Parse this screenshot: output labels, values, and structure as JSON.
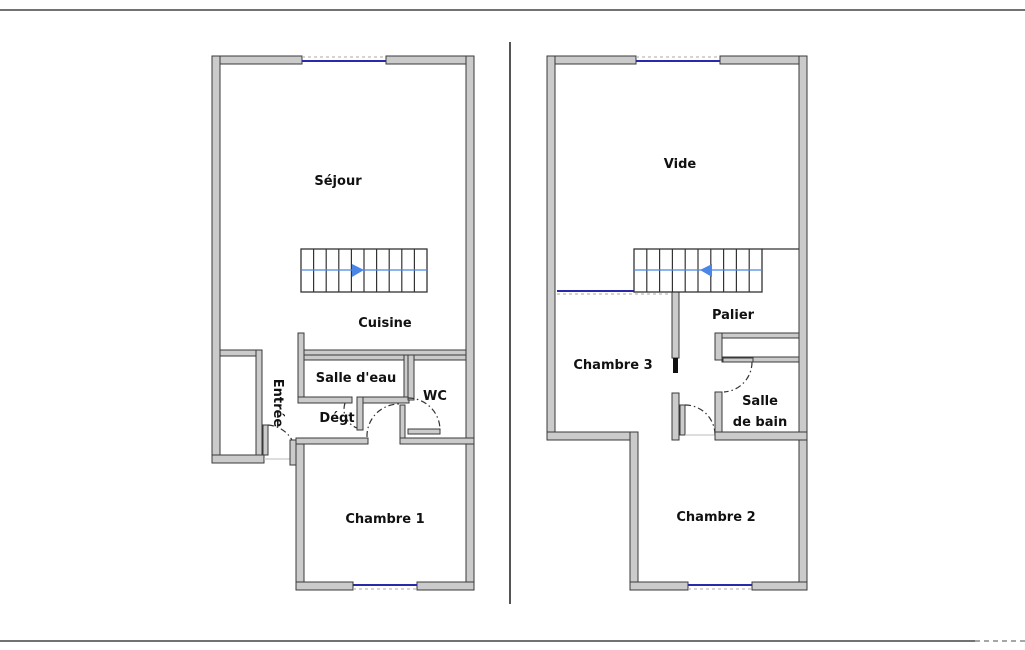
{
  "ground_floor": {
    "rooms": [
      "Séjour",
      "Cuisine",
      "Entrée",
      "Salle d'eau",
      "Dégt",
      "WC",
      "Chambre 1"
    ]
  },
  "upper_floor": {
    "rooms": [
      "Vide",
      "Palier",
      "Chambre 3",
      "Salle",
      "de bain",
      "Chambre 2"
    ]
  },
  "colors": {
    "wall": "#cbcbcb",
    "window": "#2a2aa8",
    "stair_arrow": "#4a86e8"
  }
}
